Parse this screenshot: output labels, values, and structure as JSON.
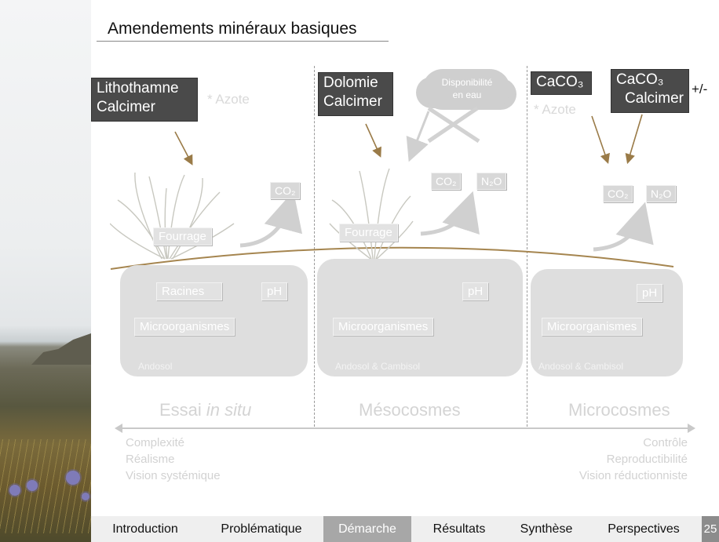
{
  "title": "Amendements minéraux basiques",
  "col1": {
    "amend_line1": "Lithothamne",
    "amend_line2": "Calcimer",
    "nitrogen": "* Azote",
    "fourrage": "Fourrage",
    "co2": "CO₂",
    "racines": "Racines",
    "ph": "pH",
    "micro": "Microorganismes",
    "soil": "Andosol",
    "section_prefix": "Essai ",
    "section_italic": "in situ"
  },
  "col2": {
    "amend_line1": "Dolomie",
    "amend_line2": "Calcimer",
    "cloud_line1": "Disponibilité",
    "cloud_line2": "en eau",
    "fourrage": "Fourrage",
    "co2": "CO₂",
    "n2o": "N₂O",
    "ph": "pH",
    "micro": "Microorganismes",
    "soil": "Andosol & Cambisol",
    "section": "Mésocosmes"
  },
  "col3": {
    "caco3": "CaCO₃",
    "caco3b_line1": "CaCO₃",
    "caco3b_line2": "Calcimer",
    "plusminus": "+/-",
    "nitrogen": "* Azote",
    "co2": "CO₂",
    "n2o": "N₂O",
    "ph": "pH",
    "micro": "Microorganismes",
    "soil": "Andosol & Cambisol",
    "section": "Microcosmes"
  },
  "left_attrs": [
    "Complexité",
    "Réalisme",
    "Vision systémique"
  ],
  "right_attrs": [
    "Contrôle",
    "Reproductibilité",
    "Vision réductionniste"
  ],
  "nav": {
    "items": [
      "Introduction",
      "Problématique",
      "Démarche",
      "Résultats",
      "Synthèse",
      "Perspectives"
    ],
    "active": "Démarche",
    "page": "25"
  }
}
